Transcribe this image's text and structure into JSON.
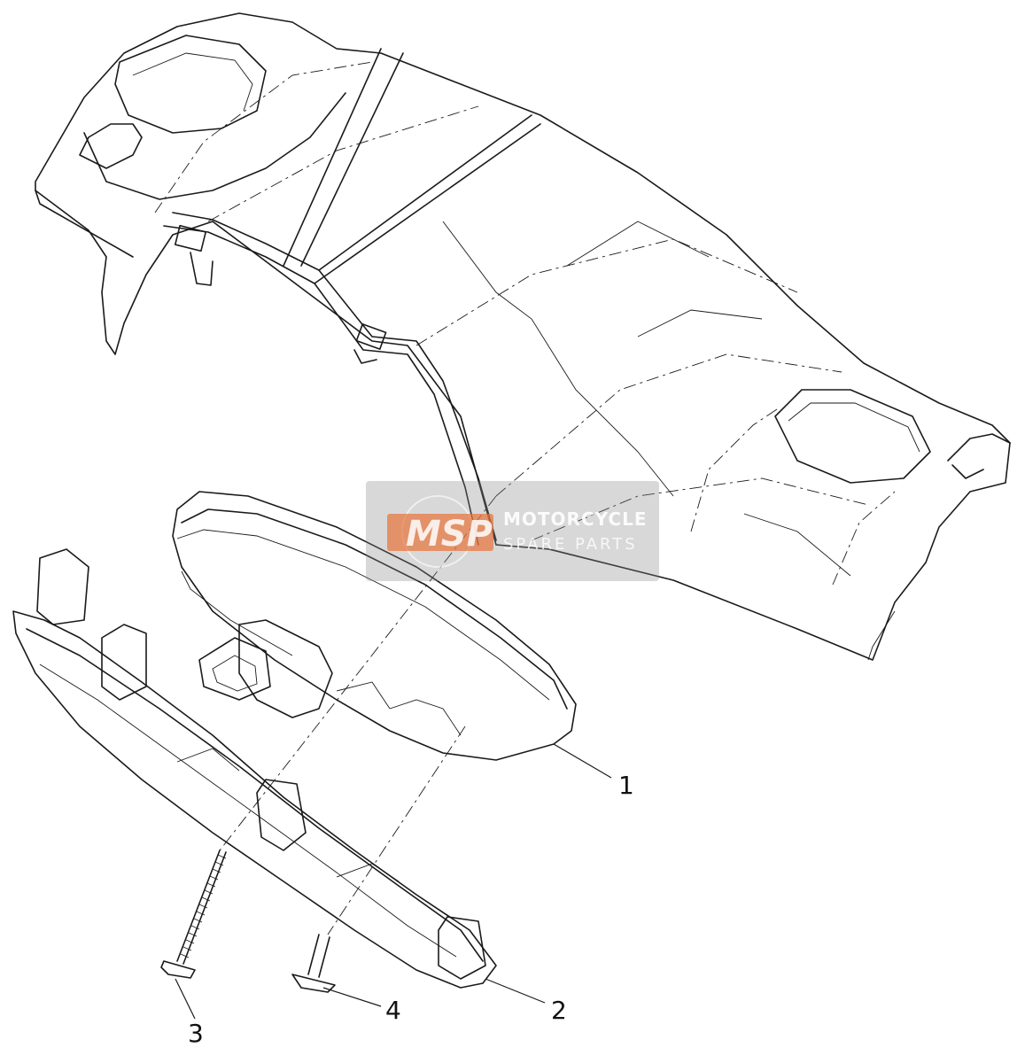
{
  "callouts": [
    {
      "id": "1",
      "label": "1"
    },
    {
      "id": "2",
      "label": "2"
    },
    {
      "id": "3",
      "label": "3"
    },
    {
      "id": "4",
      "label": "4"
    }
  ],
  "watermark": {
    "logo_text": "MSP",
    "line1": "MOTORCYCLE",
    "line2": "SPARE PARTS"
  }
}
